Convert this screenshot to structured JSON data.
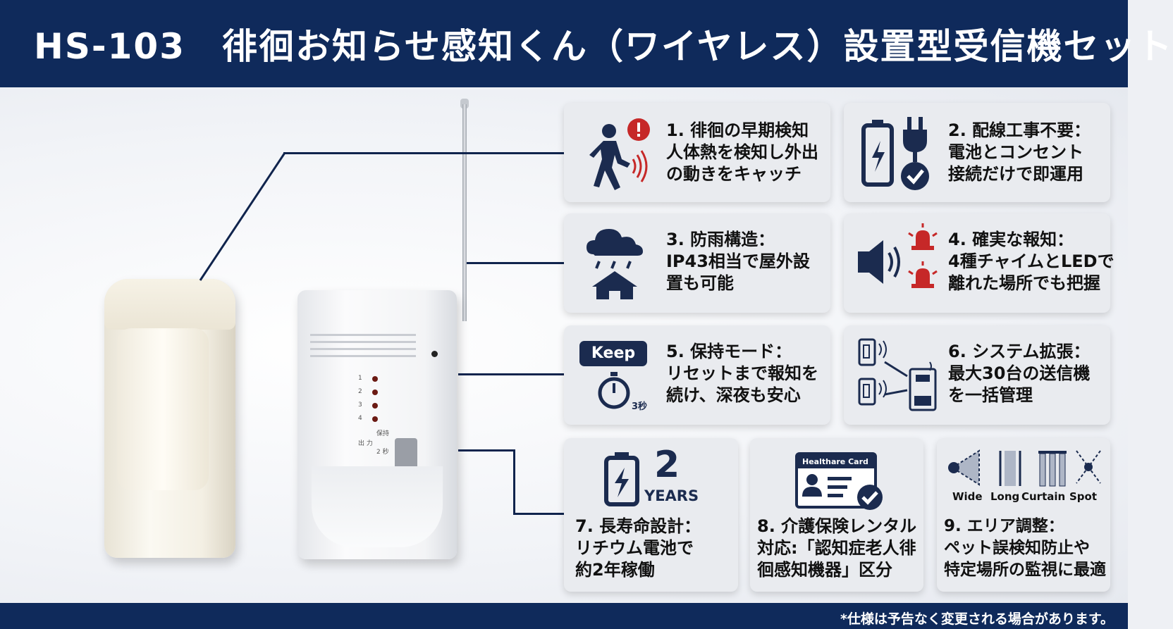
{
  "header": {
    "title": "HS-103　徘徊お知らせ感知くん（ワイヤレス）設置型受信機セット"
  },
  "footer": {
    "note": "*仕様は予告なく変更される場合があります。"
  },
  "receiver": {
    "led_labels": [
      "1",
      "2",
      "3",
      "4"
    ],
    "hold_label": "保持",
    "output_label": "出 力",
    "two_sec_label": "2 秒"
  },
  "features": [
    {
      "lines": [
        "1. 徘徊の早期検知",
        "人体熱を検知し外出",
        "の動きをキャッチ"
      ],
      "icon": "walking-person-alert-icon"
    },
    {
      "lines": [
        "2. 配線工事不要：",
        "電池とコンセント",
        "接続だけで即運用"
      ],
      "icon": "battery-plug-check-icon"
    },
    {
      "lines": [
        "3. 防雨構造：",
        "IP43相当で屋外設",
        "置も可能"
      ],
      "icon": "rain-cloud-house-icon"
    },
    {
      "lines": [
        "4. 確実な報知：",
        "4種チャイムとLEDで",
        "離れた場所でも把握"
      ],
      "icon": "speaker-siren-icon"
    },
    {
      "lines": [
        "5. 保持モード：",
        "リセットまで報知を",
        "続け、深夜も安心"
      ],
      "icon": "keep-timer-icon",
      "badge": "Keep",
      "timer_label": "3秒"
    },
    {
      "lines": [
        "6. システム拡張：",
        "最大30台の送信機",
        "を一括管理"
      ],
      "icon": "transmitters-receiver-icon"
    },
    {
      "lines": [
        "7. 長寿命設計：",
        "リチウム電池で",
        "約2年稼働"
      ],
      "icon": "battery-years-icon",
      "big_number": "2",
      "unit": "YEARS"
    },
    {
      "lines": [
        "8. 介護保険レンタル",
        "対応:「認知症老人徘",
        "徊感知機器」区分"
      ],
      "icon": "healthcare-card-icon",
      "card_label": "Healthare Card"
    },
    {
      "lines": [
        "9. エリア調整：",
        "ペット誤検知防止や",
        "特定場所の監視に最適"
      ],
      "icon": "area-modes-icon",
      "modes": [
        "Wide",
        "Long",
        "Curtain",
        "Spot"
      ]
    }
  ],
  "colors": {
    "navy": "#0f2a5b",
    "icon_navy": "#1b2b4f",
    "alert_red": "#c62828"
  }
}
